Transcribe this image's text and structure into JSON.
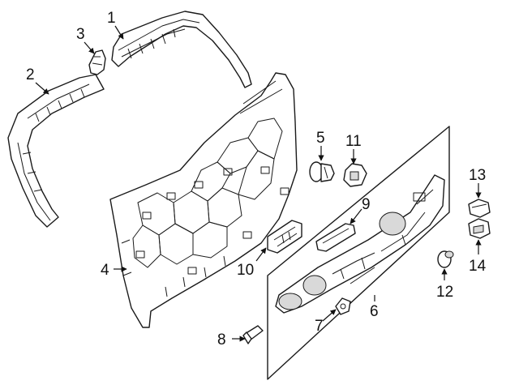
{
  "callouts": [
    {
      "id": "1",
      "label": "1"
    },
    {
      "id": "2",
      "label": "2"
    },
    {
      "id": "3",
      "label": "3"
    },
    {
      "id": "4",
      "label": "4"
    },
    {
      "id": "5",
      "label": "5"
    },
    {
      "id": "6",
      "label": "6"
    },
    {
      "id": "7",
      "label": "7"
    },
    {
      "id": "8",
      "label": "8"
    },
    {
      "id": "9",
      "label": "9"
    },
    {
      "id": "10",
      "label": "10"
    },
    {
      "id": "11",
      "label": "11"
    },
    {
      "id": "12",
      "label": "12"
    },
    {
      "id": "13",
      "label": "13"
    },
    {
      "id": "14",
      "label": "14"
    }
  ],
  "colors": {
    "line": "#1a1a1a",
    "background": "#ffffff",
    "shade": "#d9d9d9"
  }
}
